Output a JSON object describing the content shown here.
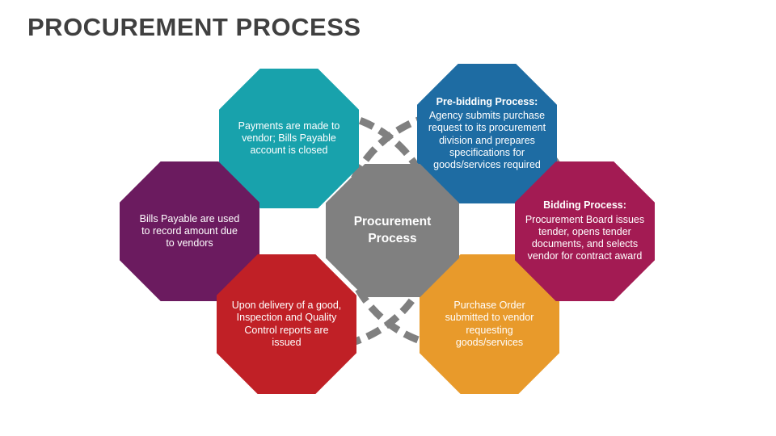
{
  "page": {
    "title": "PROCUREMENT PROCESS",
    "background": "#ffffff",
    "title_color": "#404040"
  },
  "diagram": {
    "type": "octagon-cycle",
    "center": {
      "label": "Procurement\nProcess",
      "color": "#808080"
    },
    "connector": {
      "style": "dashed-ring",
      "color": "#808080"
    },
    "nodes": [
      {
        "name": "payments",
        "heading": "",
        "text": "Payments are made to vendor; Bills Payable account is closed",
        "color": "#18A2AC"
      },
      {
        "name": "bills-payable",
        "heading": "",
        "text": "Bills Payable are used to record amount due to vendors",
        "color": "#6B1B5F"
      },
      {
        "name": "inspection",
        "heading": "",
        "text": "Upon delivery of a good, Inspection and Quality Control reports are issued",
        "color": "#C02026"
      },
      {
        "name": "purchase-order",
        "heading": "",
        "text": "Purchase Order submitted to vendor requesting goods/services",
        "color": "#E89A2B"
      },
      {
        "name": "pre-bidding",
        "heading": "Pre-bidding Process:",
        "text": "Agency submits purchase request to its procurement division and prepares specifications for goods/services required",
        "color": "#1E6CA3"
      },
      {
        "name": "bidding",
        "heading": "Bidding Process:",
        "text": "Procurement Board issues tender, opens tender documents, and selects vendor for contract award",
        "color": "#A31B53"
      }
    ]
  }
}
